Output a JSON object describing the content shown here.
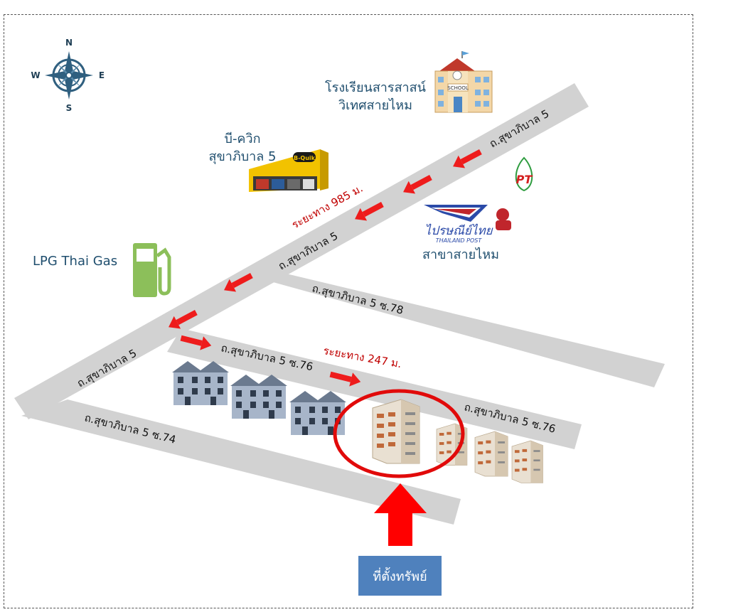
{
  "compass": {
    "north": "N",
    "south": "S",
    "east": "E",
    "west": "W"
  },
  "landmarks": {
    "school_line1": "โรงเรียนสารสาสน์",
    "school_line2": "วิเทศสายไหม",
    "school_sign": "SCHOOL",
    "bquik_line1": "บี-ควิก",
    "bquik_line2": "สุขาภิบาล 5",
    "bquik_sign": "B-Quik",
    "lpg": "LPG Thai Gas",
    "pt_logo": "PT",
    "post_thai": "ไปรษณีย์ไทย",
    "post_en": "THAILAND POST",
    "post_branch": "สาขาสายไหม"
  },
  "roads": {
    "main_upper": "ถ.สุขาภิบาล 5",
    "main_middle": "ถ.สุขาภิบาล 5",
    "main_lower": "ถ.สุขาภิบาล 5",
    "soi78": "ถ.สุขาภิบาล 5 ซ.78",
    "soi76_a": "ถ.สุขาภิบาล 5 ซ.76",
    "soi76_b": "ถ.สุขาภิบาล 5 ซ.76",
    "soi74": "ถ.สุขาภิบาล 5 ซ.74"
  },
  "distances": {
    "main": "ระยะทาง 985 ม.",
    "soi": "ระยะทาง 247 ม."
  },
  "property_label": "ที่ตั้งทรัพย์",
  "colors": {
    "road": "#d2d2d2",
    "arrow": "#ee1c1c",
    "text": "#1f4e6e",
    "distance": "#c00000",
    "property_box": "#4f81bd",
    "gas": "#8cbf5a",
    "compass": "#2f5f7f"
  }
}
